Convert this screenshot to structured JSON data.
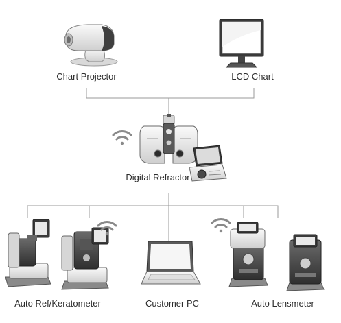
{
  "labels": {
    "chart_projector": "Chart Projector",
    "lcd_chart": "LCD Chart",
    "digital_refractor": "Digital Refractor",
    "auto_ref_keratometer": "Auto Ref/Keratometer",
    "customer_pc": "Customer PC",
    "auto_lensmeter": "Auto Lensmeter"
  },
  "icons": {
    "chart_projector": "projector-icon",
    "lcd_chart": "monitor-icon",
    "digital_refractor": "phoropter-icon",
    "controller": "tablet-controller-icon",
    "auto_ref_keratometer_a": "autorefractor-icon",
    "auto_ref_keratometer_b": "keratometer-icon",
    "customer_pc": "laptop-icon",
    "auto_lensmeter_a": "lensmeter-icon",
    "auto_lensmeter_b": "lensmeter-icon",
    "wireless": "wifi-icon"
  },
  "colors": {
    "line": "#9a9a9a",
    "device_light": "#f2f2f2",
    "device_mid": "#c9c9c9",
    "device_dark": "#4a4a4a",
    "wifi": "#8a8a8a"
  }
}
